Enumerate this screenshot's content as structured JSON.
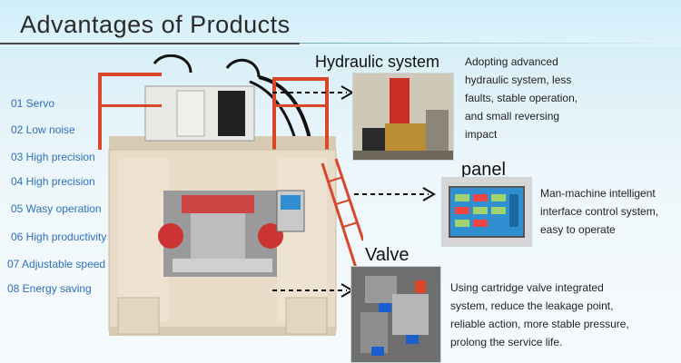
{
  "header": {
    "title": "Advantages of Products"
  },
  "advantages": [
    "01 Servo",
    "02 Low noise",
    "03 High precision",
    "04 High precision",
    "05 Wasy operation",
    "06 High productivity",
    "07  Adjustable speed",
    "08 Energy saving"
  ],
  "sections": {
    "hydraulic": {
      "title": "Hydraulic system",
      "desc": [
        "Adopting advanced",
        "hydraulic system, less",
        "faults, stable operation,",
        "and small reversing",
        "impact"
      ]
    },
    "panel": {
      "title": "panel",
      "desc": [
        "Man-machine intelligent",
        "interface control system,",
        "easy to operate"
      ]
    },
    "valve": {
      "title": "Valve",
      "desc": [
        "Using cartridge valve integrated",
        "system, reduce the leakage point,",
        "reliable action, more stable pressure,",
        "prolong the service life."
      ]
    }
  },
  "colors": {
    "advantage_text": "#2f6fc0",
    "machine_body": "#e8dcc8",
    "guard_rail": "#d9462a",
    "panel_screen": "#2f8fd0",
    "valve_blue": "#1a5fd0"
  }
}
